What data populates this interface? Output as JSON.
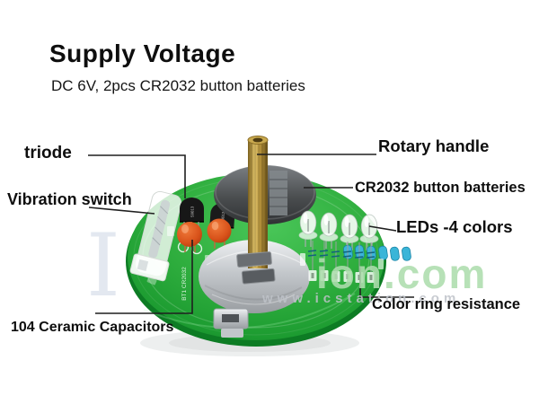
{
  "header": {
    "title": "Supply Voltage",
    "subtitle": "DC 6V, 2pcs CR2032 button batteries"
  },
  "callouts": {
    "triode": "triode",
    "vibration_switch": "Vibration switch",
    "rotary_handle": "Rotary handle",
    "cr2032": "CR2032 button batteries",
    "leds": "LEDs -4 colors",
    "color_ring": "Color ring resistance",
    "capacitors": "104 Ceramic Capacitors"
  },
  "watermark": {
    "large_letter": "I",
    "large_text": "ion.com",
    "small_text": "www.icstation.com"
  },
  "board": {
    "silkscreen": {
      "battery_label": "BT1 CR2032"
    },
    "markings": {
      "transistor": "S9013"
    },
    "colors": {
      "pcb_green": "#2fae3e",
      "pcb_edge": "#0d7c24",
      "brass": "#c9a94e",
      "battery_top_dark": "#4a4d4f",
      "battery_silver": "#c3c7cb",
      "capacitor_orange": "#d8521a",
      "resistor_blue": "#3ab5d8",
      "led_clear": "#fafdfa",
      "label_text": "#0e0e0e"
    }
  }
}
